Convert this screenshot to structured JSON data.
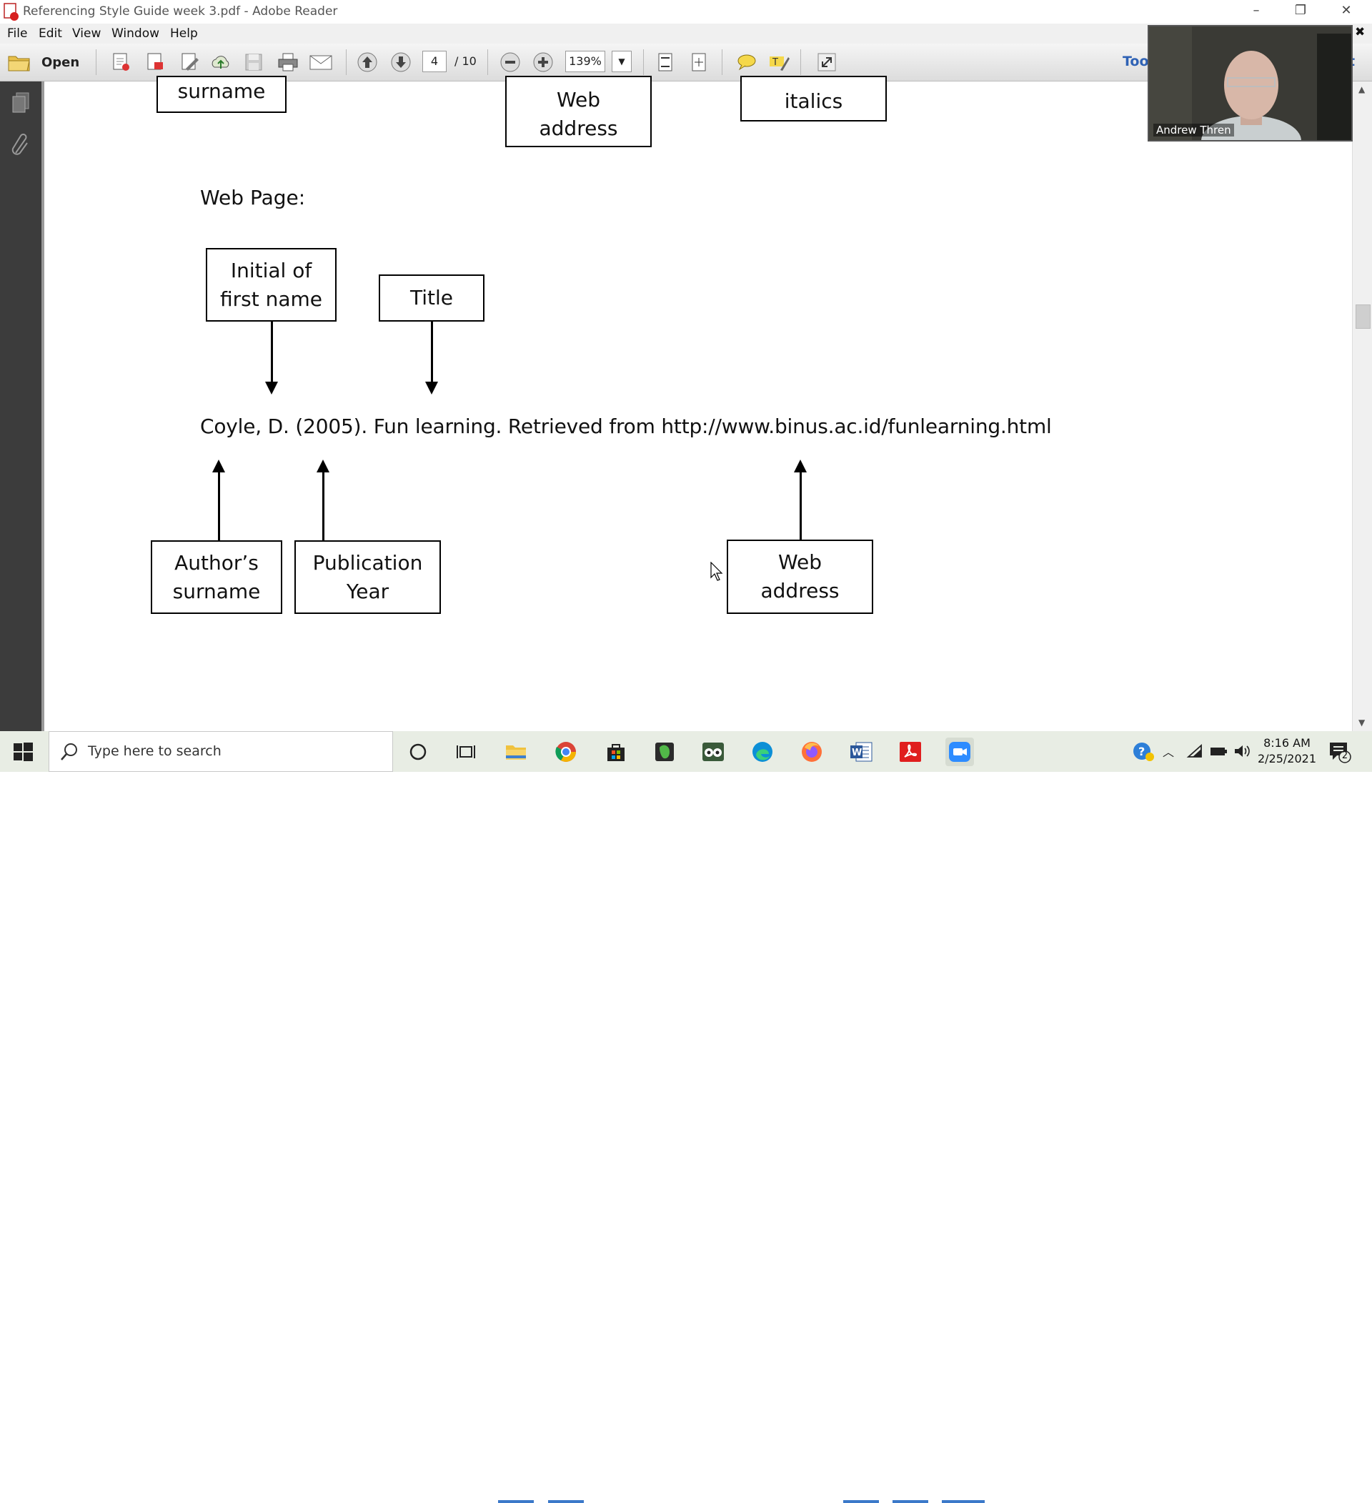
{
  "window": {
    "title": "Referencing Style Guide week 3.pdf - Adobe Reader",
    "controls": {
      "minimize": "–",
      "restore": "❐",
      "close": "✕",
      "close_doc": "✖"
    }
  },
  "menu": [
    "File",
    "Edit",
    "View",
    "Window",
    "Help"
  ],
  "toolbar": {
    "open_label": "Open",
    "page_current": "4",
    "page_total": "/ 10",
    "zoom": "139%",
    "tools_label": "Too",
    "tools_label_right": "t"
  },
  "document": {
    "top_boxes": [
      {
        "text": "surname"
      },
      {
        "text": "Web\naddress"
      },
      {
        "text": "italics"
      }
    ],
    "section_label": "Web Page:",
    "upper_boxes": [
      {
        "text": "Initial of\nfirst name"
      },
      {
        "text": "Title"
      }
    ],
    "citation": "Coyle, D. (2005). Fun learning. Retrieved from http://www.binus.ac.id/funlearning.html",
    "lower_boxes": [
      {
        "text": "Author’s\nsurname"
      },
      {
        "text": "Publication\nYear"
      },
      {
        "text": "Web\naddress"
      }
    ]
  },
  "video": {
    "participant_name": "Andrew Thren"
  },
  "taskbar": {
    "search_placeholder": "Type here to search",
    "time": "8:16 AM",
    "date": "2/25/2021",
    "notification_count": "2"
  },
  "colors": {
    "taskbar_bg": "#e8ede4",
    "nav_bg": "#3c3c3c",
    "accent": "#3b79c9"
  }
}
